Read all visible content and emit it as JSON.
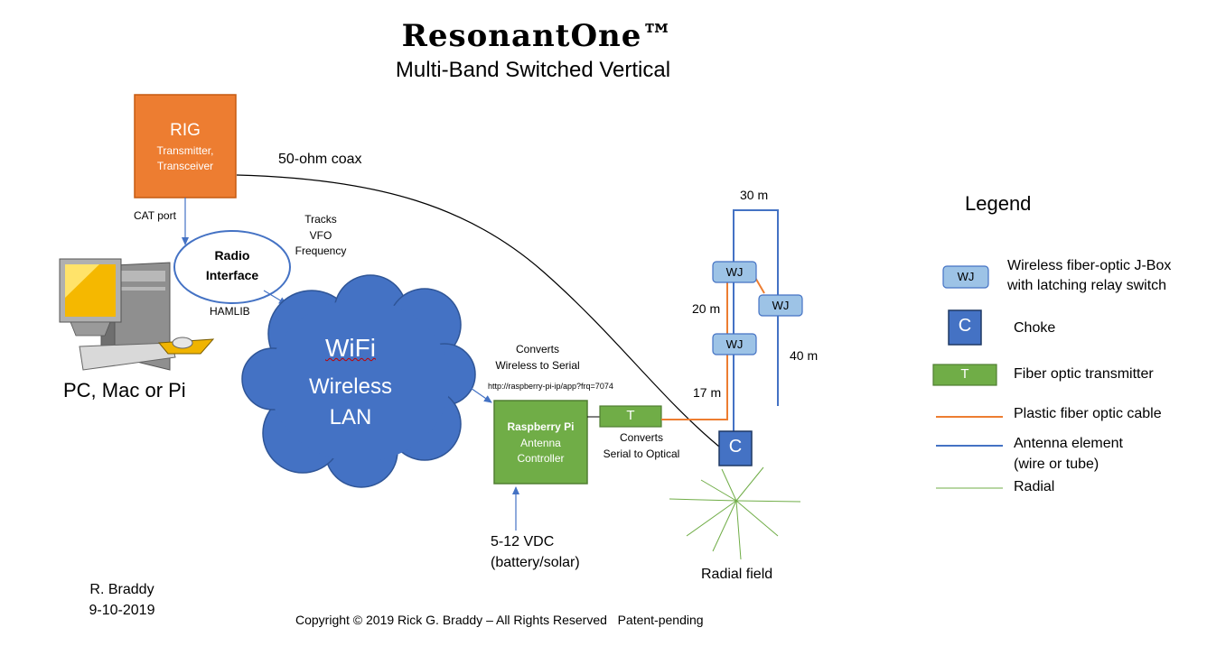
{
  "header": {
    "title": "ResonantOne™",
    "subtitle": "Multi-Band Switched Vertical"
  },
  "rig": {
    "title": "RIG",
    "line1": "Transmitter,",
    "line2": "Transceiver",
    "color": "#ED7D31"
  },
  "labels": {
    "coax": "50-ohm coax",
    "cat_port": "CAT port",
    "tracks1": "Tracks",
    "tracks2": "VFO",
    "tracks3": "Frequency",
    "hamlib": "HAMLIB",
    "pc": "PC, Mac or Pi",
    "converts_w1": "Converts",
    "converts_w2": "Wireless to Serial",
    "url": "http://raspberry-pi-ip/app?frq=7074",
    "converts_s1": "Converts",
    "converts_s2": "Serial to Optical",
    "power1": "5-12 VDC",
    "power2": "(battery/solar)",
    "radial_field": "Radial field",
    "m30": "30 m",
    "m20": "20 m",
    "m17": "17 m",
    "m40": "40 m"
  },
  "radio_interface": {
    "line1": "Radio",
    "line2": "Interface"
  },
  "wifi": {
    "line1": "WiFi",
    "line2": "Wireless",
    "line3": "LAN",
    "color": "#4472C4"
  },
  "pi": {
    "line1": "Raspberry Pi",
    "line2": "Antenna",
    "line3": "Controller",
    "color": "#70AD47"
  },
  "nodes": {
    "wj": "WJ",
    "t": "T",
    "c": "C"
  },
  "legend": {
    "title": "Legend",
    "wj_label": "WJ",
    "wj_line1": "Wireless fiber-optic J-Box",
    "wj_line2": "with latching relay switch",
    "c_label": "C",
    "c_text": "Choke",
    "t_label": "T",
    "t_text": "Fiber optic transmitter",
    "plastic": "Plastic fiber optic cable",
    "antenna1": "Antenna element",
    "antenna2": "(wire or tube)",
    "radial": "Radial"
  },
  "footer": {
    "author": "R. Braddy",
    "date": "9-10-2019",
    "copyright": "Copyright © 2019 Rick G. Braddy – All Rights Reserved   Patent-pending"
  },
  "colors": {
    "fiber": "#ED7D31",
    "antenna": "#4472C4",
    "radial": "#70AD47",
    "wj_fill": "#9DC3E6"
  }
}
